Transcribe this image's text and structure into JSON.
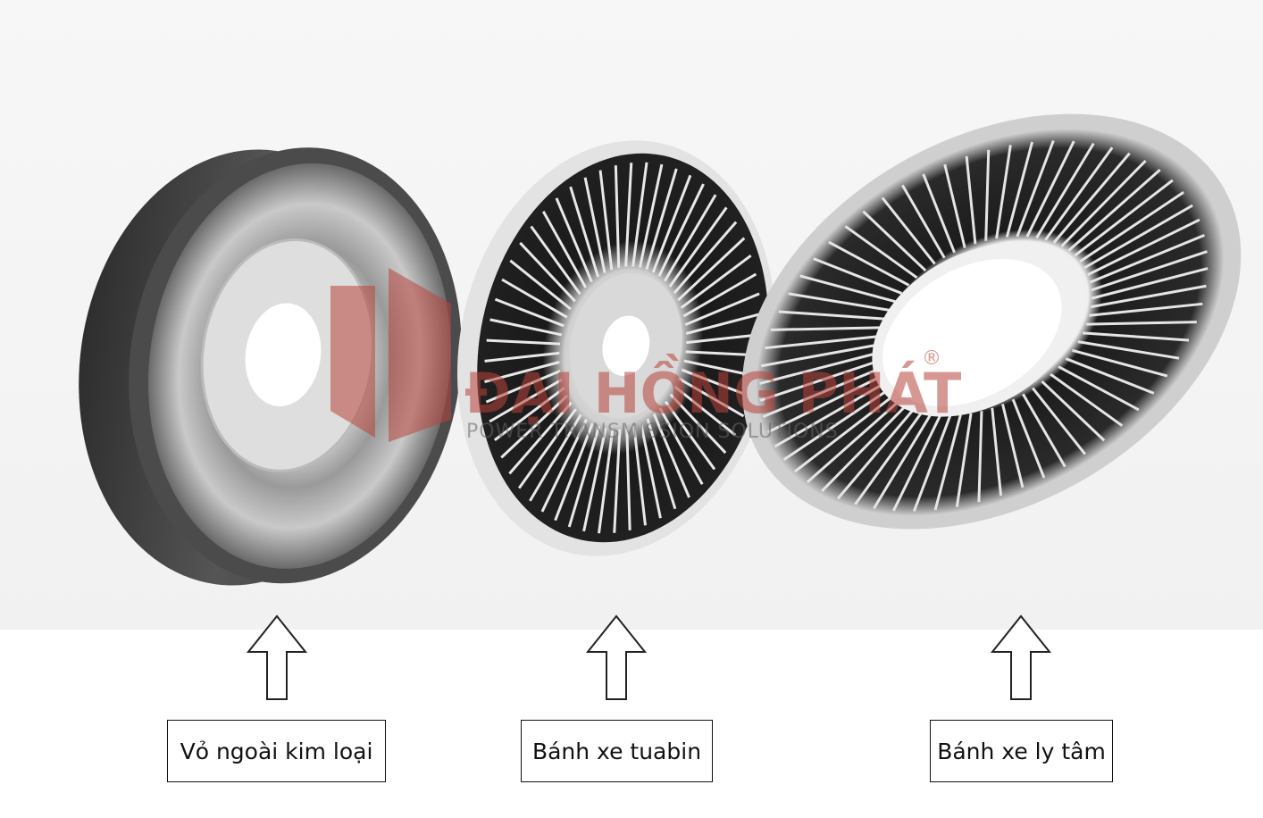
{
  "watermark": {
    "brand": "ĐẠI HỒNG PHÁT",
    "registered_mark": "®",
    "tagline": "POWER TRANSMISSION SOLUTIONS",
    "color": "#c0392b"
  },
  "components": [
    {
      "label": "Vỏ ngoài kim loại"
    },
    {
      "label": "Bánh xe tuabin"
    },
    {
      "label": "Bánh xe ly tâm"
    }
  ],
  "colors": {
    "housing_dark": "#4a4a4a",
    "housing_light": "#d8d8d8",
    "blade_dark": "#151515",
    "rim_light": "#e6e6e6",
    "arrow_stroke": "#222222",
    "box_border": "#111111"
  }
}
